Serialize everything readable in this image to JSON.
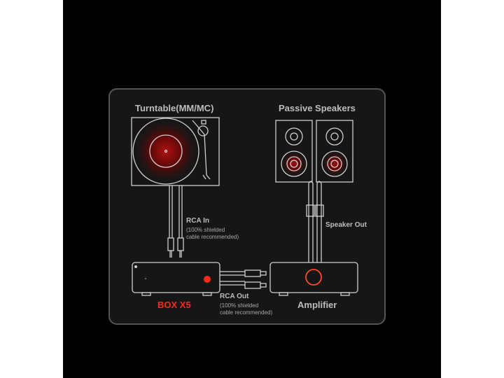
{
  "turntable": {
    "label": "Turntable(MM/MC)"
  },
  "speakers": {
    "label": "Passive Speakers"
  },
  "rca_in": {
    "label": "RCA In",
    "note_line1": "(100% shielded",
    "note_line2": "cable recommended)"
  },
  "speaker_out": {
    "label": "Speaker Out"
  },
  "box": {
    "label": "BOX X5"
  },
  "rca_out": {
    "label": "RCA Out",
    "note_line1": "(100% shielded",
    "note_line2": "cable recommended)"
  },
  "amplifier": {
    "label": "Amplifier"
  },
  "colors": {
    "accent": "#ff2a1a",
    "line": "#cfcfcf",
    "panel": "#161616"
  }
}
